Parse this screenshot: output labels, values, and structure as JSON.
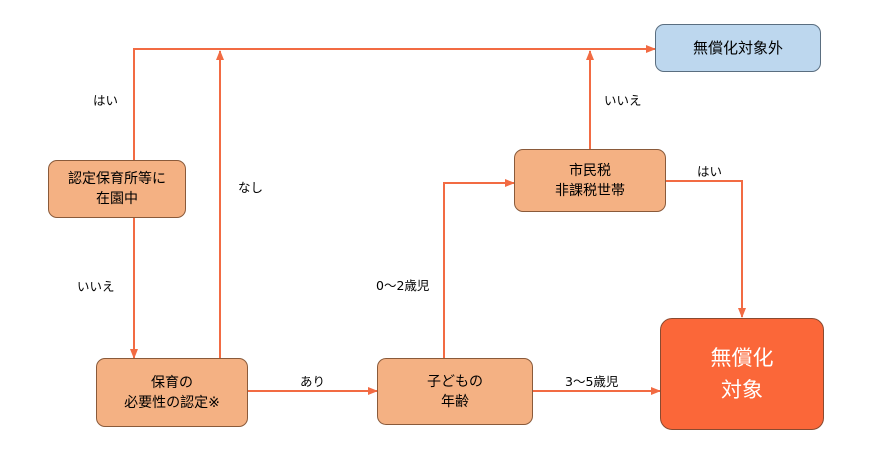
{
  "nodes": {
    "nursery": {
      "line1": "認定保育所等に",
      "line2": "在園中"
    },
    "certification": {
      "line1": "保育の",
      "line2": "必要性の認定※"
    },
    "child_age": {
      "line1": "子どもの",
      "line2": "年齢"
    },
    "tax": {
      "line1": "市民税",
      "line2": "非課税世帯"
    },
    "not_free": {
      "label": "無償化対象外"
    },
    "free": {
      "line1": "無償化",
      "line2": "対象"
    }
  },
  "edges": {
    "nursery_yes": "はい",
    "nursery_no": "いいえ",
    "cert_none": "なし",
    "cert_yes": "あり",
    "age_0_2": "0～2歳児",
    "age_3_5": "3～5歳児",
    "tax_no": "いいえ",
    "tax_yes": "はい"
  },
  "colors": {
    "arrow": "#f26b43",
    "process_fill": "#f4b183",
    "outcome_not_free_fill": "#bdd7ee",
    "outcome_free_fill": "#fb6739"
  }
}
